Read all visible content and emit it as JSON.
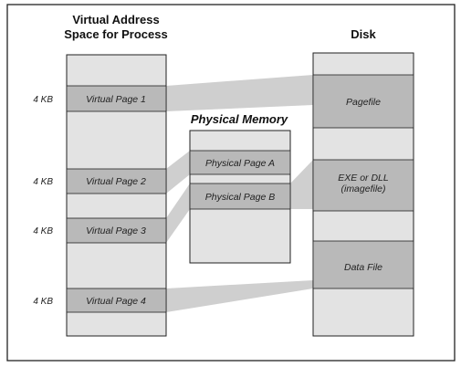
{
  "diagram": {
    "headers": {
      "virtual_line1": "Virtual Address",
      "virtual_line2": "Space for Process",
      "physical": "Physical Memory",
      "disk": "Disk"
    },
    "page_size_label": "4 KB",
    "virtual_pages": [
      "Virtual Page 1",
      "Virtual Page 2",
      "Virtual Page 3",
      "Virtual Page 4"
    ],
    "physical_pages": [
      "Physical Page A",
      "Physical Page B"
    ],
    "disk_regions": {
      "pagefile": "Pagefile",
      "image_line1": "EXE or DLL",
      "image_line2": "(imagefile)",
      "datafile": "Data File"
    },
    "colors": {
      "light": "#e3e3e3",
      "band": "#b9b9b9",
      "connector": "#cfcfcf",
      "border": "#222222"
    }
  }
}
